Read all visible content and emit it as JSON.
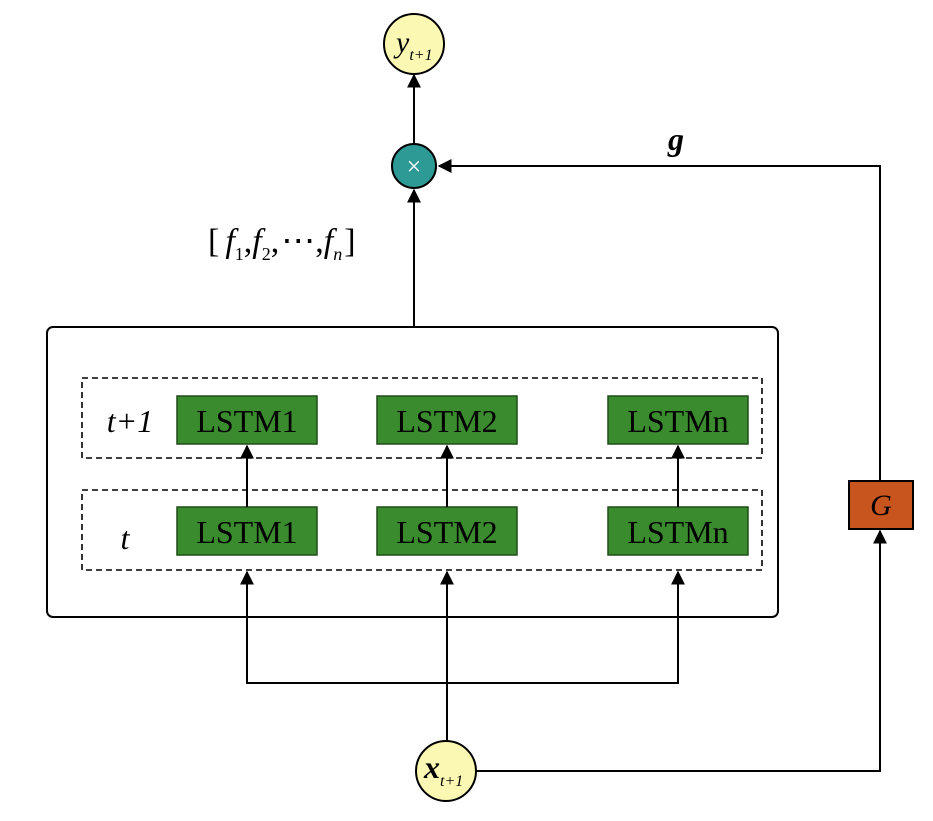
{
  "output_node": {
    "base": "y",
    "sub": "t+1"
  },
  "input_node": {
    "base": "x",
    "sub": "t+1"
  },
  "multiply_symbol": "×",
  "gate_label": "g",
  "g_box_label": "G",
  "feature_vector": {
    "open": "[",
    "f1": "f",
    "f1_sub": "1",
    "f2": "f",
    "f2_sub": "2",
    "dots": "⋯",
    "fn": "f",
    "fn_sub": "n",
    "close": "]"
  },
  "rows": [
    {
      "label": "t+1",
      "cells": [
        "LSTM1",
        "LSTM2",
        "LSTMn"
      ]
    },
    {
      "label": "t",
      "cells": [
        "LSTM1",
        "LSTM2",
        "LSTMn"
      ]
    }
  ],
  "colors": {
    "lstm_fill": "#3a8a2e",
    "node_fill": "#fbf8b4",
    "multiply_fill": "#2e9a96",
    "g_box_fill": "#c8541e"
  }
}
